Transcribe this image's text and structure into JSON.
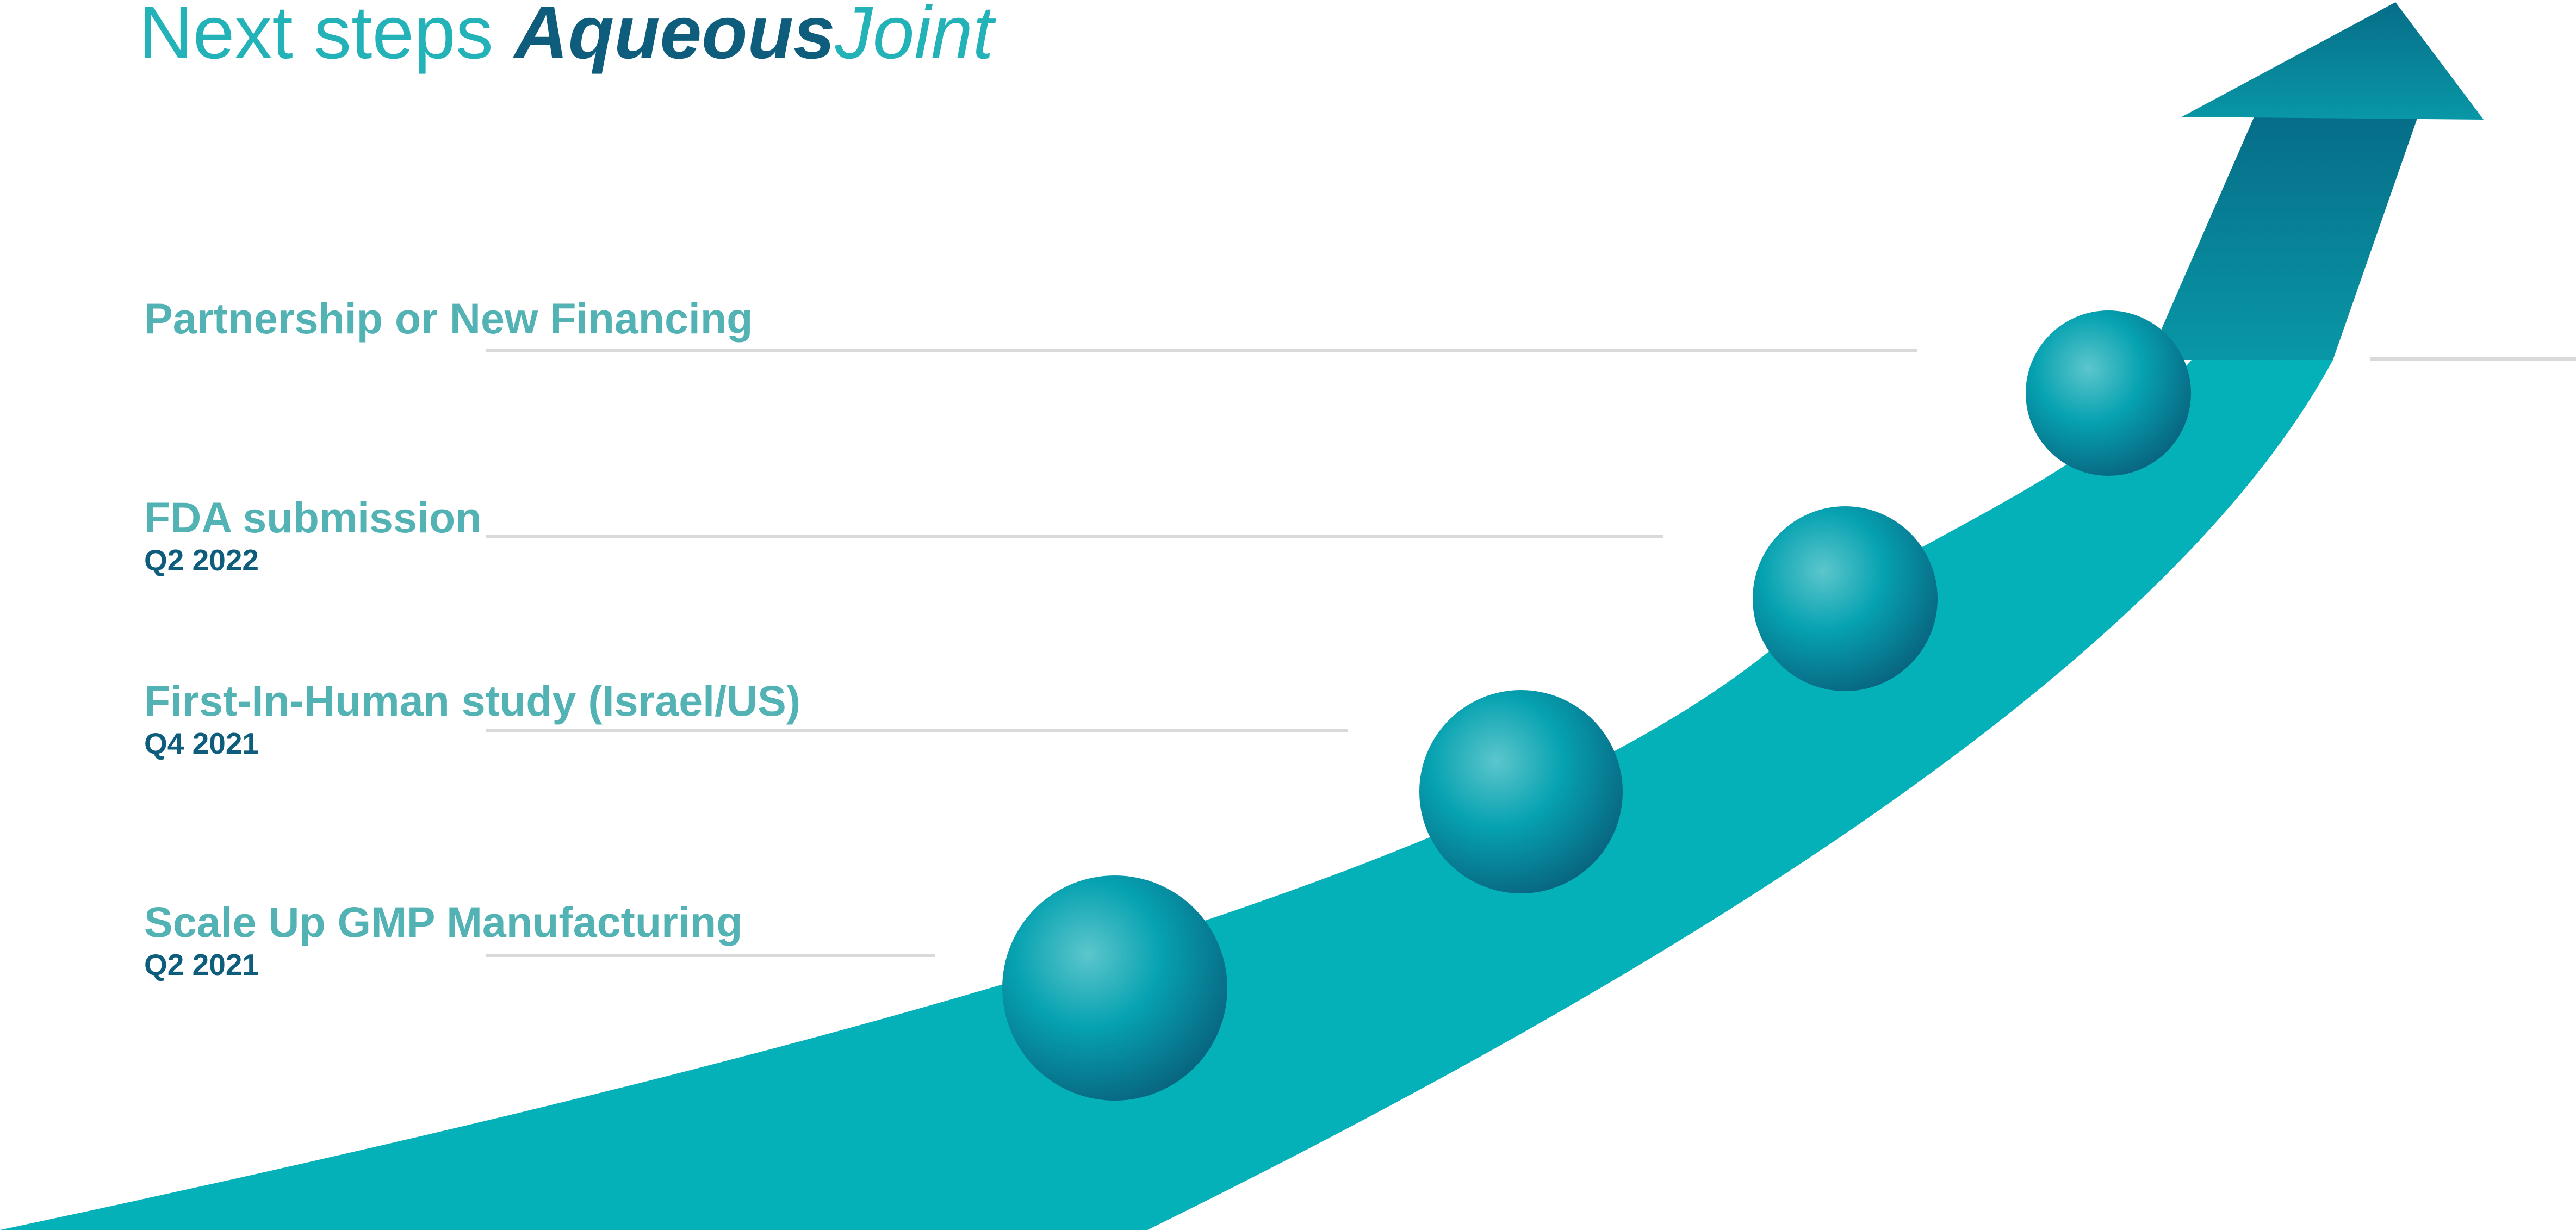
{
  "title": {
    "prefix": "Next steps",
    "brand_bold": "Aqueous",
    "brand_light": "Joint"
  },
  "milestones": [
    {
      "label": "Partnership or New Financing",
      "date": ""
    },
    {
      "label": "FDA submission",
      "date": "Q2 2022"
    },
    {
      "label": "First-In-Human study (Israel/US)",
      "date": "Q4 2021"
    },
    {
      "label": "Scale Up GMP Manufacturing",
      "date": "Q2 2021"
    }
  ],
  "colors": {
    "arrow_light": "#05b1b9",
    "arrow_dark": "#066d88",
    "sphere_highlight": "#5cc6cc",
    "sphere_mid": "#06a2b1",
    "sphere_shadow": "#08607c",
    "label_teal": "#52b2b4",
    "date_navy": "#0e5d7c",
    "leader_line": "#d9d9d9"
  },
  "icons": {
    "arrow": "upward-curved-arrow",
    "milestone_marker": "sphere"
  }
}
